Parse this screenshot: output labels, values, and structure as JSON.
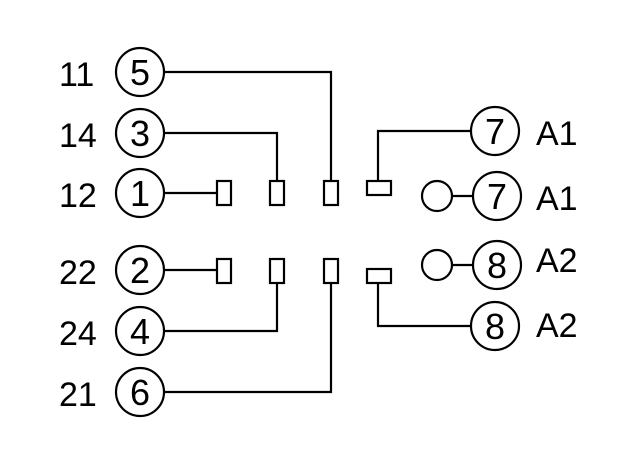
{
  "terminals": [
    {
      "id": "t11",
      "label": "11",
      "number": "5"
    },
    {
      "id": "t14",
      "label": "14",
      "number": "3"
    },
    {
      "id": "t12",
      "label": "12",
      "number": "1"
    },
    {
      "id": "t22",
      "label": "22",
      "number": "2"
    },
    {
      "id": "t24",
      "label": "24",
      "number": "4"
    },
    {
      "id": "t21",
      "label": "21",
      "number": "6"
    },
    {
      "id": "ta1a",
      "label": "A1",
      "number": "7"
    },
    {
      "id": "ta1b",
      "label": "A1",
      "number": "7"
    },
    {
      "id": "ta2a",
      "label": "A2",
      "number": "8"
    },
    {
      "id": "ta2b",
      "label": "A2",
      "number": "8"
    }
  ]
}
